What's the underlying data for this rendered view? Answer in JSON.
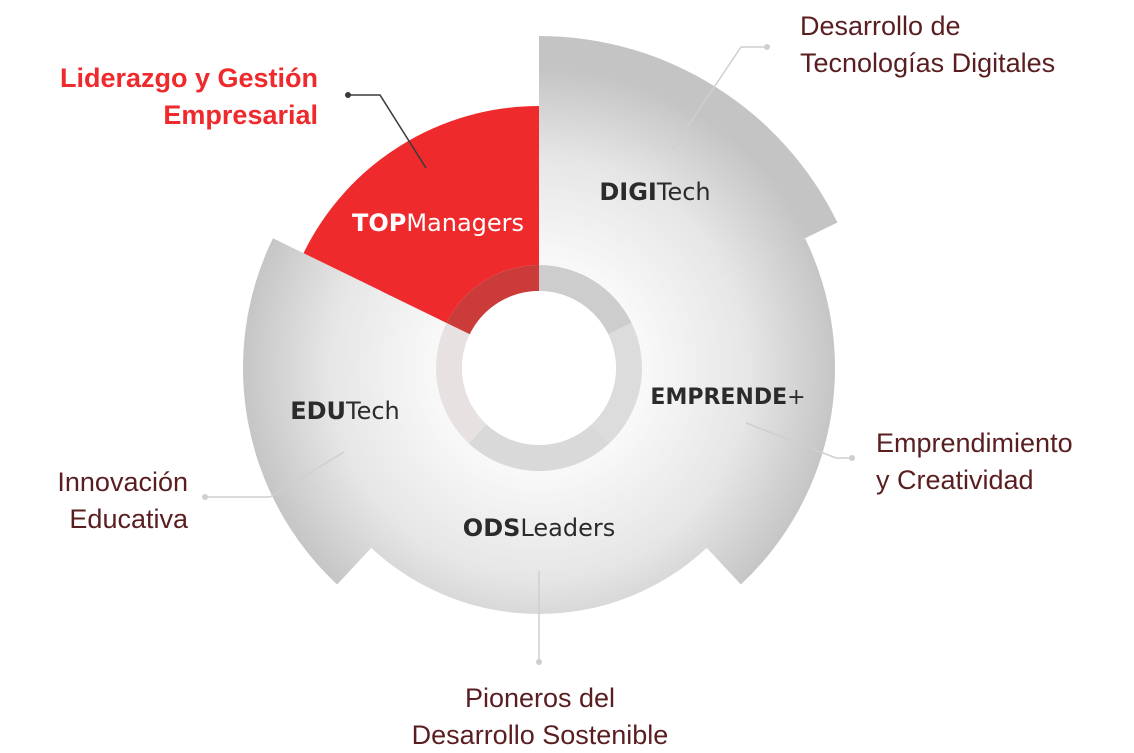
{
  "segments": [
    {
      "key": "digi",
      "bold": "DIGI",
      "light": "Tech",
      "active": false,
      "callout": [
        "Desarrollo de",
        "Tecnologías Digitales"
      ]
    },
    {
      "key": "emp",
      "bold": "EMPRENDE",
      "light": "+",
      "active": false,
      "callout": [
        "Emprendimiento",
        "y Creatividad"
      ]
    },
    {
      "key": "ods",
      "bold": "ODS",
      "light": "Leaders",
      "active": false,
      "callout": [
        "Pioneros del",
        "Desarrollo Sostenible"
      ]
    },
    {
      "key": "edu",
      "bold": "EDU",
      "light": "Tech",
      "active": false,
      "callout": [
        "Innovación",
        "Educativa"
      ]
    },
    {
      "key": "top",
      "bold": "TOP",
      "light": "Managers",
      "active": true,
      "callout": [
        "Liderazgo y Gestión",
        "Empresarial"
      ]
    }
  ],
  "colors": {
    "active_segment": "#ee2a2c",
    "inactive_segment": "#d9d9d9",
    "callout_text": "#5a1e20",
    "active_callout_text": "#ee2a2c",
    "leader_line": "#cfcfcf",
    "active_leader_line": "#3a3a3a"
  }
}
